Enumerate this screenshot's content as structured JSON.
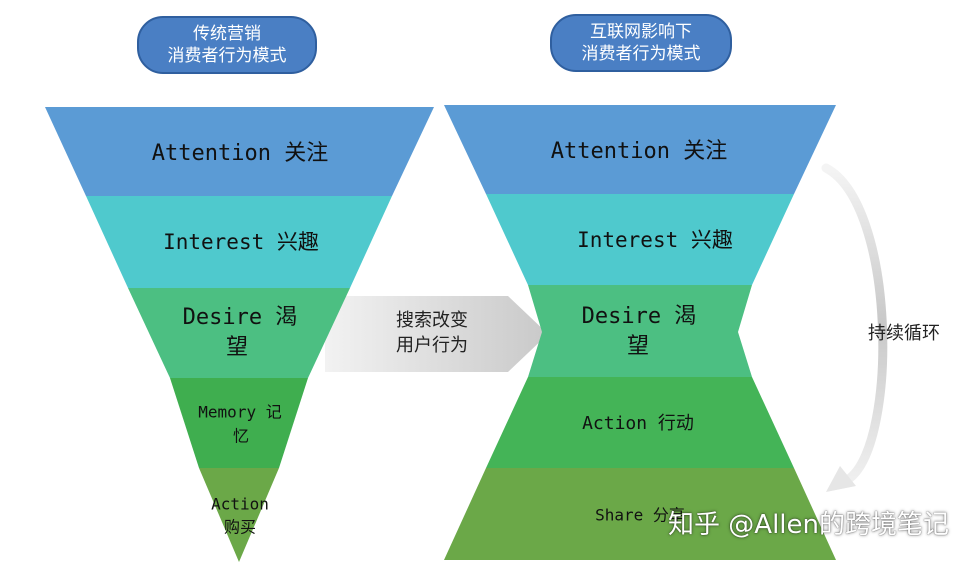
{
  "left_panel": {
    "title_line1": "传统营销",
    "title_line2": "消费者行为模式",
    "stages": [
      {
        "line1": "Attention 关注",
        "line2": ""
      },
      {
        "line1": "Interest 兴趣",
        "line2": ""
      },
      {
        "line1": "Desire 渴",
        "line2": "望"
      },
      {
        "line1": "Memory 记",
        "line2": "忆"
      },
      {
        "line1": "Action",
        "line2": "购买"
      }
    ]
  },
  "right_panel": {
    "title_line1": "互联网影响下",
    "title_line2": "消费者行为模式",
    "stages": [
      {
        "line1": "Attention 关注",
        "line2": ""
      },
      {
        "line1": "Interest 兴趣",
        "line2": ""
      },
      {
        "line1": "Desire 渴",
        "line2": "望"
      },
      {
        "line1": "Action 行动",
        "line2": ""
      },
      {
        "line1": "Share 分享",
        "line2": ""
      }
    ]
  },
  "middle_arrow": {
    "line1": "搜索改变",
    "line2": "用户行为"
  },
  "cycle_label": "持续循环",
  "watermark": "知乎 @Allen的跨境笔记",
  "colors": {
    "attention": "#5b9bd5",
    "interest": "#4fc9cd",
    "desire": "#4cbf82",
    "action": "#44b457",
    "memory": "#3fae4f",
    "share": "#6ba848",
    "pill": "#4a7fc4",
    "arrow_gray": "#cfcfcf"
  }
}
